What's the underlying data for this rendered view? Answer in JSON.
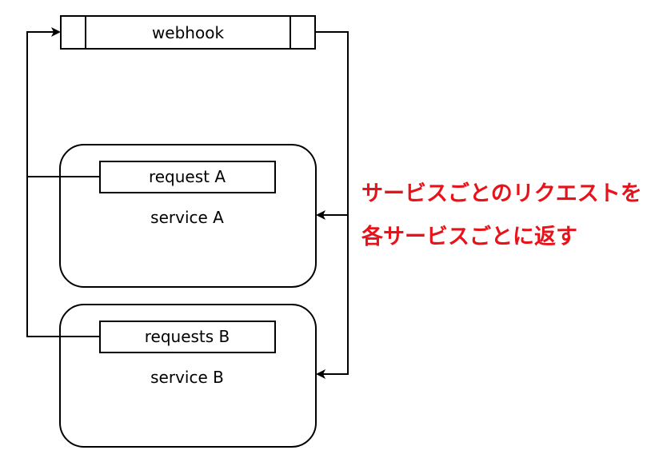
{
  "nodes": {
    "webhook": {
      "label": "webhook"
    },
    "service_a": {
      "label": "service A",
      "request_label": "request A"
    },
    "service_b": {
      "label": "service B",
      "request_label": "requests B"
    }
  },
  "annotation": {
    "lines": [
      "サービスごとのリクエストを",
      "各サービスごとに返す"
    ],
    "color": "#e8131a"
  },
  "colors": {
    "stroke": "#000000",
    "background": "#ffffff"
  }
}
